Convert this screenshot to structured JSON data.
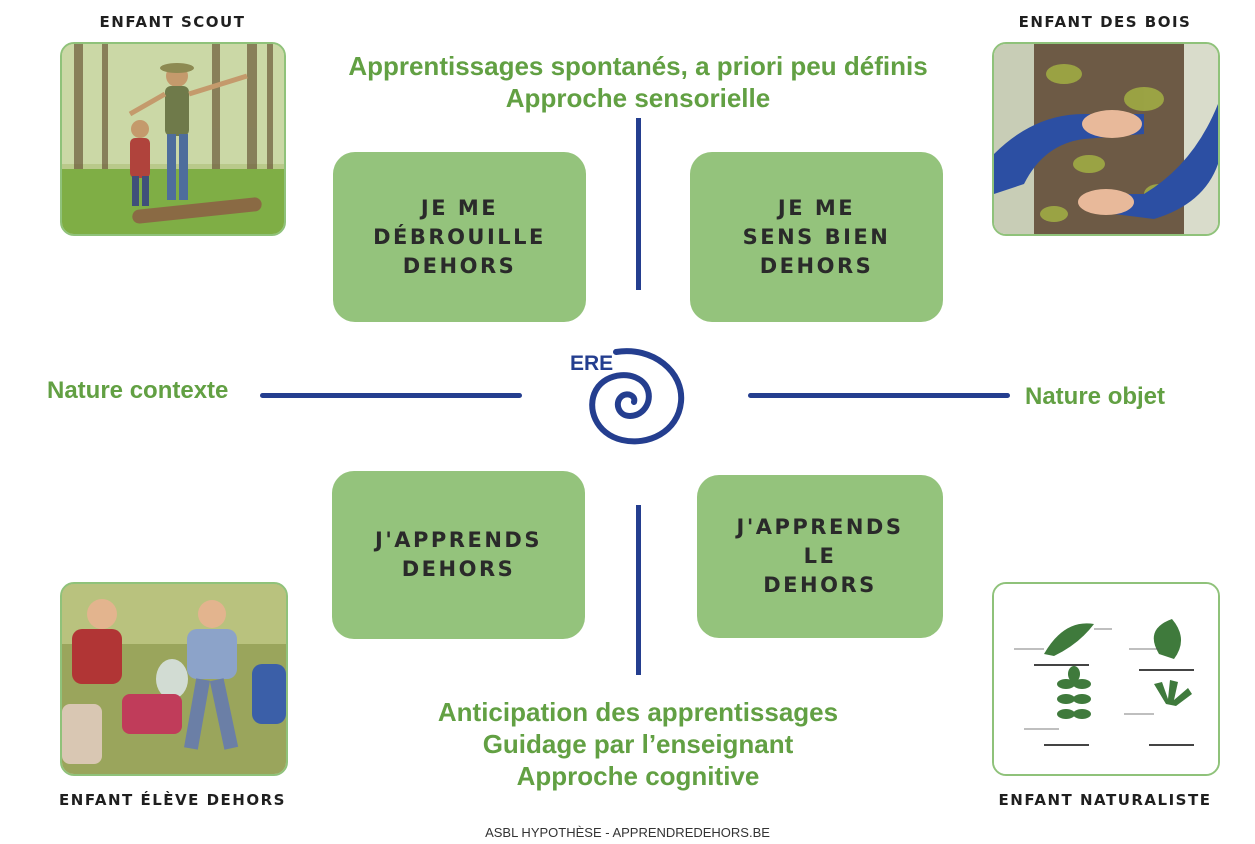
{
  "corners": {
    "top_left": "ENFANT SCOUT",
    "top_right": "ENFANT DES BOIS",
    "bottom_left": "ENFANT ÉLÈVE DEHORS",
    "bottom_right": "ENFANT NATURALISTE"
  },
  "top_text": {
    "line1": "Apprentissages spontanés, a priori peu définis",
    "line2": "Approche sensorielle"
  },
  "bottom_text": {
    "line1": "Anticipation des apprentissages",
    "line2": "Guidage par l’enseignant",
    "line3": "Approche cognitive"
  },
  "axis": {
    "left": "Nature contexte",
    "right": "Nature objet"
  },
  "center_label": "ERE",
  "boxes": {
    "top_left": "JE ME\nDÉBROUILLE\nDEHORS",
    "top_right": "JE ME\nSENS BIEN\nDEHORS",
    "bottom_left": "J'APPRENDS\nDEHORS",
    "bottom_right": "J'APPRENDS\nLE\nDEHORS"
  },
  "footer": "ASBL HYPOTHÈSE - APPRENDREDEHORS.BE",
  "colors": {
    "green": "#62a043",
    "box_green": "#94c37c",
    "navy": "#243e8f"
  },
  "images": {
    "top_left": "children-balancing-on-log-photo",
    "top_right": "child-hugging-tree-photo",
    "bottom_left": "children-testing-water-photo",
    "bottom_right": "leaf-anatomy-worksheet-image"
  }
}
